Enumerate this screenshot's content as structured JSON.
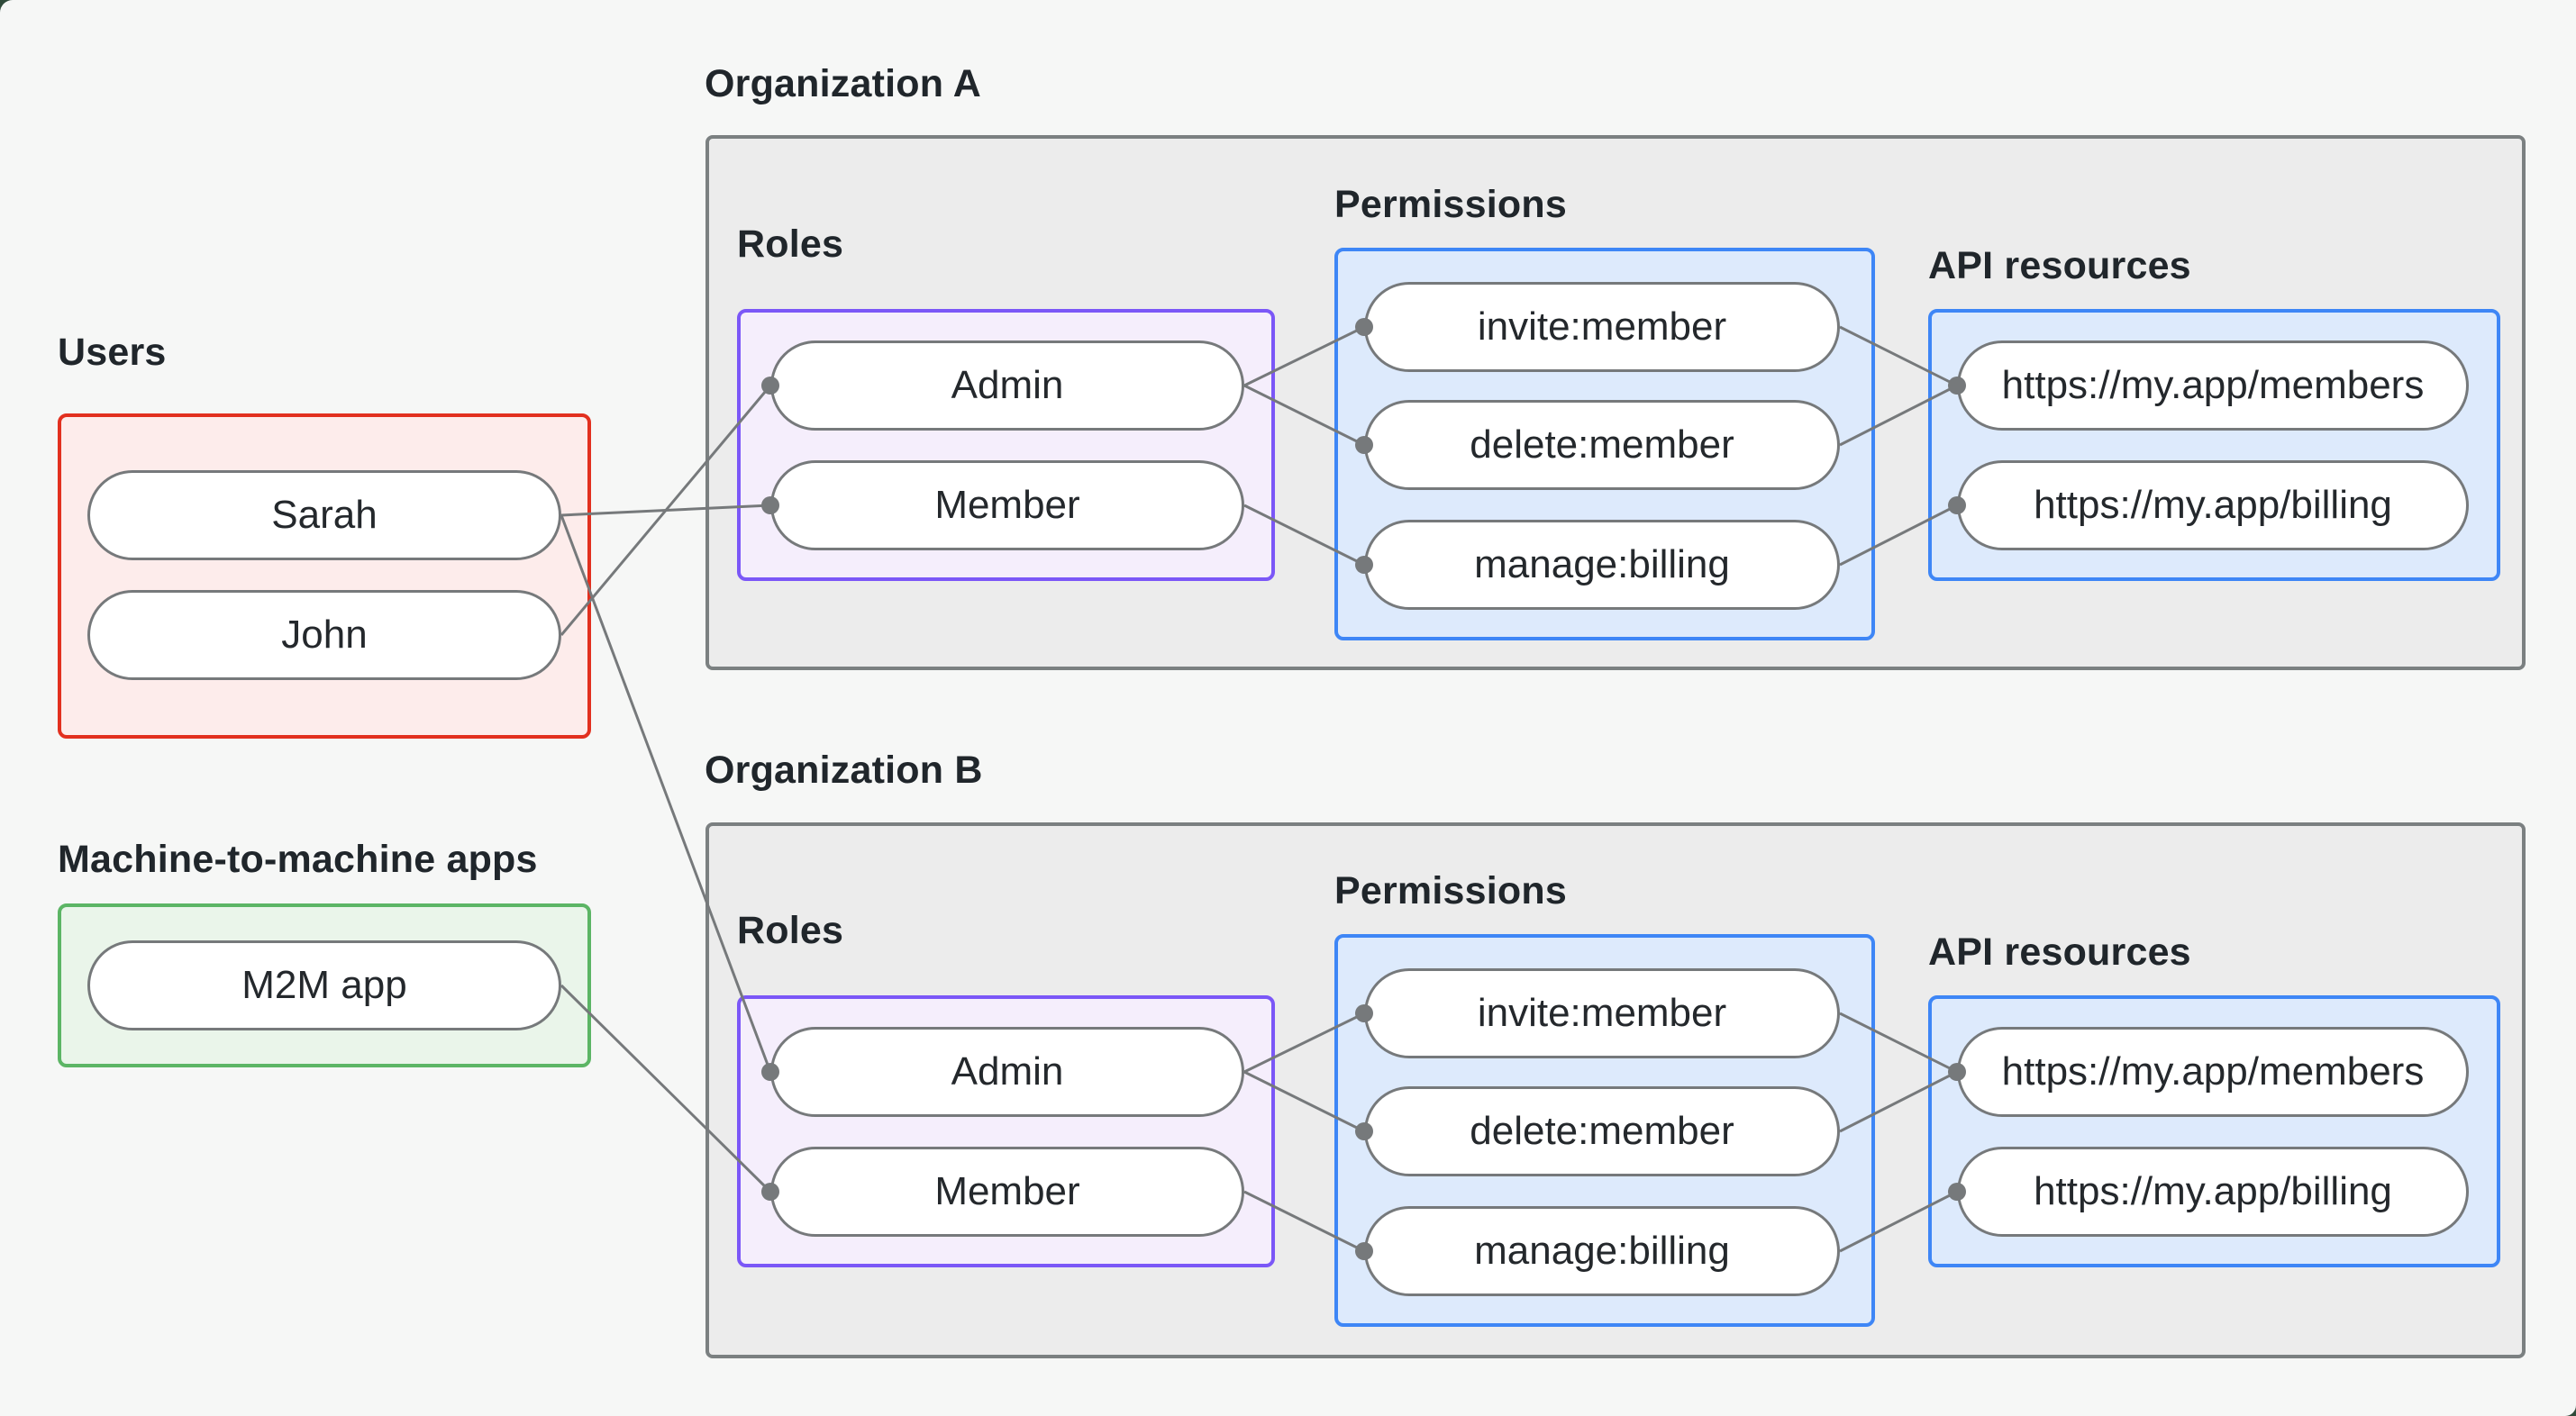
{
  "palette": {
    "background": "#f6f7f6",
    "label_color": "#20262b",
    "node_text_color": "#24282c",
    "node_fill": "#ffffff",
    "node_border": "#76797b",
    "edge_color": "#76797b",
    "org_box_fill": "#ececec",
    "org_box_border": "#7b8081",
    "users_fill": "#fdeceb",
    "users_border": "#e2301f",
    "m2m_fill": "#eaf5ea",
    "m2m_border": "#5cb565",
    "roles_fill": "#f5eefc",
    "roles_border": "#7b57f7",
    "permissions_fill": "#ddeafc",
    "permissions_border": "#3e86f6"
  },
  "sections": {
    "users": {
      "label": "Users",
      "items": [
        {
          "id": "sarah",
          "label": "Sarah"
        },
        {
          "id": "john",
          "label": "John"
        }
      ]
    },
    "m2m": {
      "label": "Machine-to-machine apps",
      "items": [
        {
          "id": "m2m-app",
          "label": "M2M app"
        }
      ]
    },
    "org_a": {
      "label": "Organization A",
      "roles": {
        "label": "Roles",
        "items": [
          {
            "id": "a-admin",
            "label": "Admin"
          },
          {
            "id": "a-member",
            "label": "Member"
          }
        ]
      },
      "permissions": {
        "label": "Permissions",
        "items": [
          {
            "id": "a-invite",
            "label": "invite:member"
          },
          {
            "id": "a-delete",
            "label": "delete:member"
          },
          {
            "id": "a-manage",
            "label": "manage:billing"
          }
        ]
      },
      "api": {
        "label": "API resources",
        "items": [
          {
            "id": "a-members",
            "label": "https://my.app/members"
          },
          {
            "id": "a-billing",
            "label": "https://my.app/billing"
          }
        ]
      }
    },
    "org_b": {
      "label": "Organization B",
      "roles": {
        "label": "Roles",
        "items": [
          {
            "id": "b-admin",
            "label": "Admin"
          },
          {
            "id": "b-member",
            "label": "Member"
          }
        ]
      },
      "permissions": {
        "label": "Permissions",
        "items": [
          {
            "id": "b-invite",
            "label": "invite:member"
          },
          {
            "id": "b-delete",
            "label": "delete:member"
          },
          {
            "id": "b-manage",
            "label": "manage:billing"
          }
        ]
      },
      "api": {
        "label": "API resources",
        "items": [
          {
            "id": "b-members",
            "label": "https://my.app/members"
          },
          {
            "id": "b-billing",
            "label": "https://my.app/billing"
          }
        ]
      }
    }
  },
  "edges": [
    {
      "from": "sarah",
      "to": "a-member"
    },
    {
      "from": "john",
      "to": "a-admin"
    },
    {
      "from": "sarah",
      "to": "b-admin"
    },
    {
      "from": "m2m-app",
      "to": "b-member"
    },
    {
      "from": "a-admin",
      "to": "a-invite"
    },
    {
      "from": "a-admin",
      "to": "a-delete"
    },
    {
      "from": "a-member",
      "to": "a-manage"
    },
    {
      "from": "a-invite",
      "to": "a-members"
    },
    {
      "from": "a-delete",
      "to": "a-members"
    },
    {
      "from": "a-manage",
      "to": "a-billing"
    },
    {
      "from": "b-admin",
      "to": "b-invite"
    },
    {
      "from": "b-admin",
      "to": "b-delete"
    },
    {
      "from": "b-member",
      "to": "b-manage"
    },
    {
      "from": "b-invite",
      "to": "b-members"
    },
    {
      "from": "b-delete",
      "to": "b-members"
    },
    {
      "from": "b-manage",
      "to": "b-billing"
    }
  ]
}
